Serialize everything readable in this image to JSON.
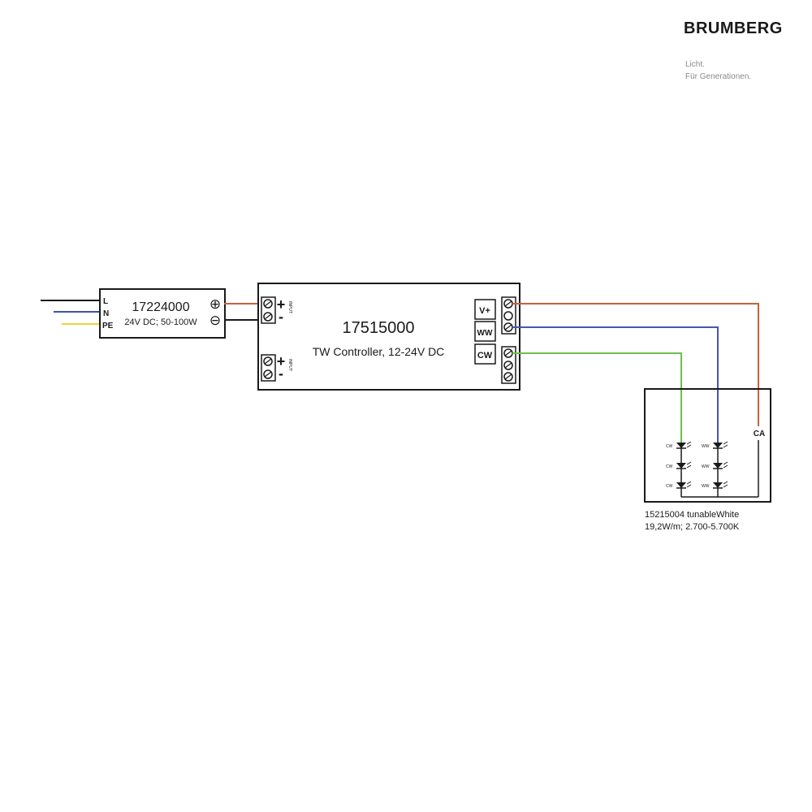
{
  "brand": {
    "name": "BRUMBERG",
    "tagline_1": "Licht.",
    "tagline_2": "Für Generationen."
  },
  "power_supply": {
    "part_number": "17224000",
    "spec": "24V DC; 50-100W",
    "input_labels": [
      "L",
      "N",
      "PE"
    ],
    "output_symbols": [
      "⊕",
      "⊖"
    ]
  },
  "controller": {
    "part_number": "17515000",
    "description": "TW Controller, 12-24V DC",
    "input_plus": "+",
    "input_minus": "-",
    "input_text": "INPUT",
    "channels": [
      "V+",
      "WW",
      "CW"
    ]
  },
  "led_strip": {
    "part_number_line": "15215004 tunableWhite",
    "spec_line": "19,2W/m; 2.700-5.700K",
    "common_label": "CA",
    "cw_label": "CW",
    "ww_label": "WW"
  },
  "colors": {
    "positive_wire": "#c8603c",
    "ww_wire": "#4a55b0",
    "cw_wire": "#6cc04a",
    "pe_wire": "#f0d430",
    "n_wire": "#3c50b4",
    "line": "#1a1a1a"
  }
}
